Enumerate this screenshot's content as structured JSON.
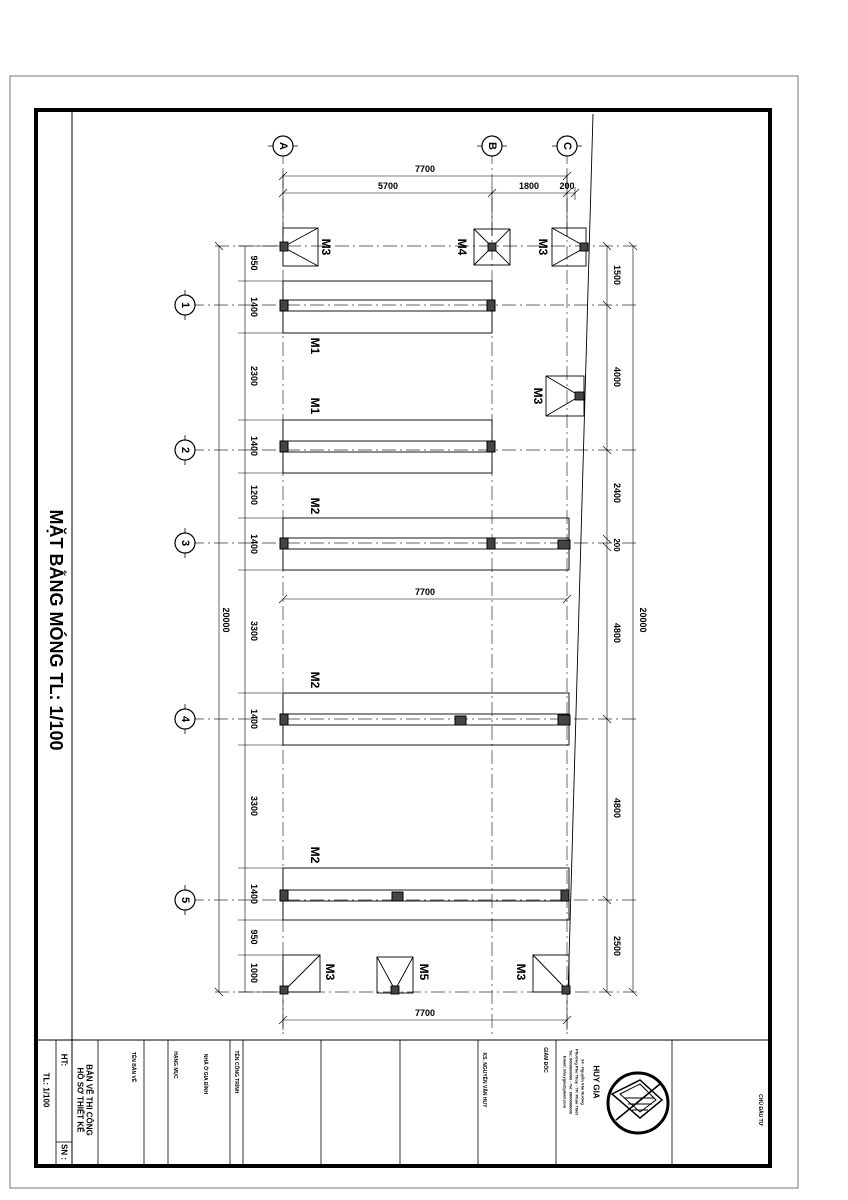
{
  "title": "MẶT BẰNG MÓNG   TL: 1/100",
  "axes_letters": [
    "A",
    "B",
    "C"
  ],
  "axes_numbers": [
    "1",
    "2",
    "3",
    "4",
    "5"
  ],
  "dims": {
    "top_total": "7700",
    "top_ab": "5700",
    "top_bc": "1800",
    "top_c": "200",
    "mid_total": "7700",
    "bottom_total": "7700",
    "left_total": "20000",
    "right_total": "20000",
    "left_segments": [
      "950",
      "1400",
      "2300",
      "1400",
      "1200",
      "1400",
      "3300",
      "1400",
      "3300",
      "1400",
      "950",
      "1000"
    ],
    "right_segments": [
      "1500",
      "4000",
      "2400",
      "200",
      "4800",
      "4800",
      "2500"
    ]
  },
  "foundations": {
    "m1_a": "M1",
    "m1_b": "M1",
    "m2_a": "M2",
    "m2_b": "M2",
    "m2_c": "M2",
    "m3_tl": "M3",
    "m3_tr": "M3",
    "m3_mid": "M3",
    "m3_bl": "M3",
    "m3_br": "M3",
    "m4": "M4",
    "m5": "M5"
  },
  "title_block": {
    "doc_type_1": "HỒ SƠ THIẾT KẾ",
    "doc_type_2": "BẢN VẼ THI CÔNG",
    "ht_label": "HT:",
    "sn_label": "SN :",
    "scale": "TL: 1/100",
    "drawing_name_label": "TÊN BẢN VẼ",
    "category_label": "HẠNG MỤC",
    "category_value": "NHÀ Ở GIA ĐÌNH",
    "project_label": "TÊN CÔNG TRÌNH",
    "engineer": "KS. NGUYỄN VĂN HUY",
    "director": "GIÁM ĐỐC",
    "company_name": "HUY GIA",
    "company_line1": "34 - Nguyễn Văn Hưởng",
    "company_line2": "Phường Phú Thủy - TP. Phan Thiết",
    "company_line3": "Tel: 0000000000 - Tel: 0000000000",
    "company_line4": "Email: nhuygia@gmail.com",
    "owner_label": "CHỦ ĐẦU TƯ"
  }
}
